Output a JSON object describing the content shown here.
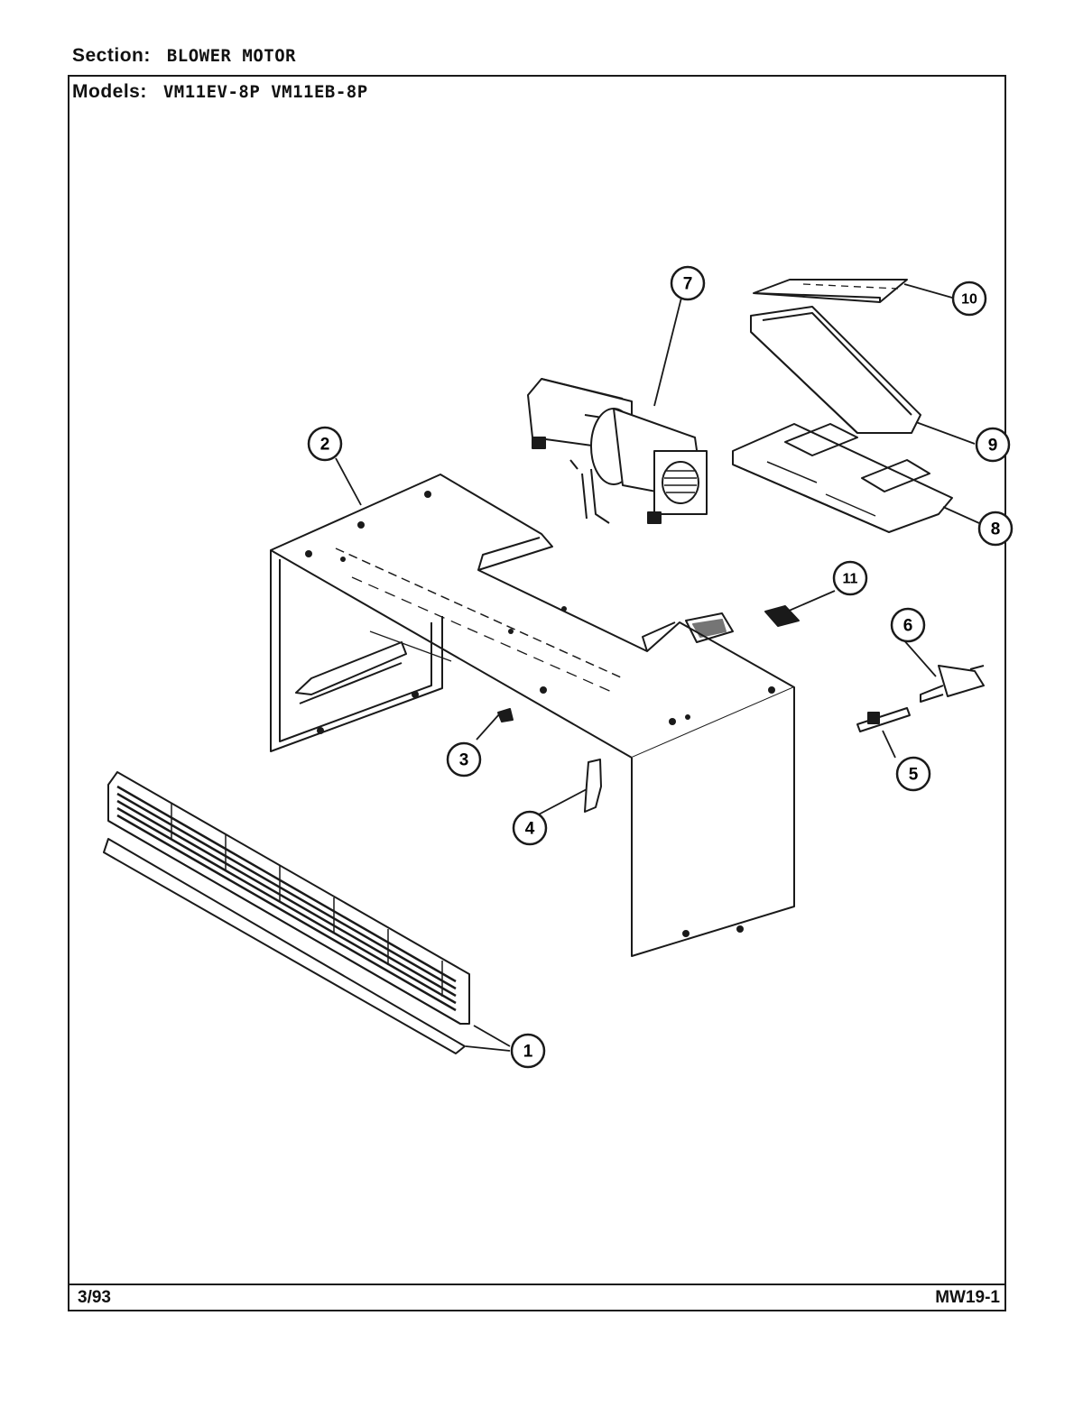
{
  "header": {
    "section_label": "Section:",
    "section_value": "BLOWER MOTOR",
    "models_label": "Models:",
    "models_value": "VM11EV-8P VM11EB-8P"
  },
  "footer": {
    "date": "3/93",
    "page_code": "MW19-1"
  },
  "callouts": {
    "c1": "1",
    "c2": "2",
    "c3": "3",
    "c4": "4",
    "c5": "5",
    "c6": "6",
    "c7": "7",
    "c8": "8",
    "c9": "9",
    "c10": "10",
    "c11": "11"
  }
}
